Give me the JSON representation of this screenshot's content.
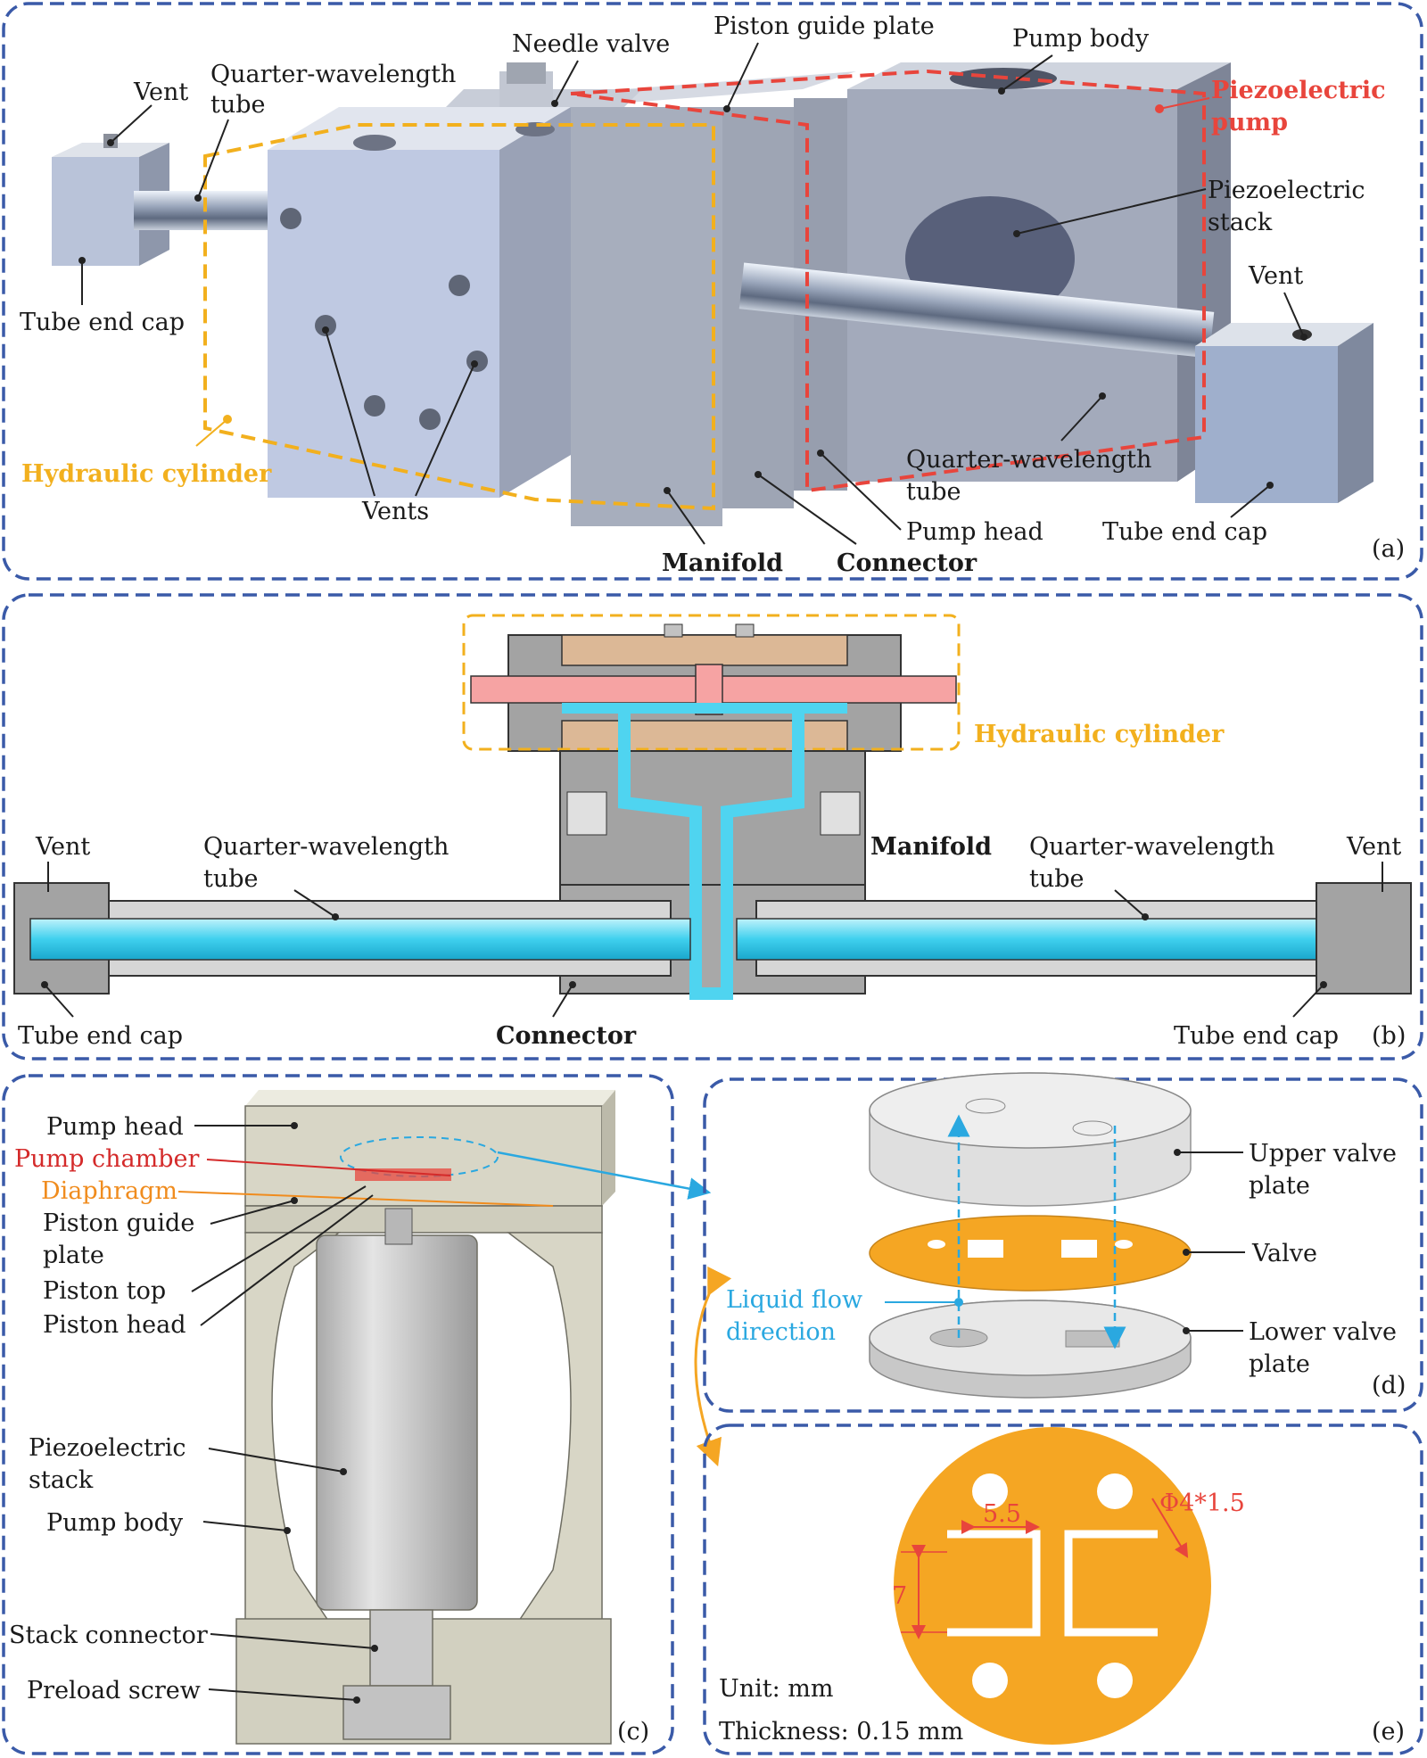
{
  "panels": {
    "a": {
      "tag": "(a)",
      "labels": {
        "vent_left": "Vent",
        "qw_tube_left": "Quarter-wavelength",
        "qw_tube_left2": "tube",
        "needle_valve": "Needle valve",
        "piston_guide_plate": "Piston guide plate",
        "pump_body": "Pump body",
        "piezo_pump": "Piezoelectric",
        "piezo_pump2": "pump",
        "piezo_stack": "Piezoelectric",
        "piezo_stack2": "stack",
        "vent_right": "Vent",
        "tube_end_cap_left": "Tube end cap",
        "hydraulic_cylinder": "Hydraulic cylinder",
        "vents": "Vents",
        "qw_tube_right": "Quarter-wavelength",
        "qw_tube_right2": "tube",
        "pump_head": "Pump head",
        "tube_end_cap_right": "Tube end cap",
        "manifold": "Manifold",
        "connector": "Connector"
      }
    },
    "b": {
      "tag": "(b)",
      "labels": {
        "hydraulic_cylinder": "Hydraulic cylinder",
        "vent_left": "Vent",
        "qw_tube_left": "Quarter-wavelength",
        "qw_tube_left2": "tube",
        "manifold": "Manifold",
        "qw_tube_right": "Quarter-wavelength",
        "qw_tube_right2": "tube",
        "vent_right": "Vent",
        "tube_end_cap_left": "Tube end cap",
        "connector": "Connector",
        "tube_end_cap_right": "Tube end cap"
      }
    },
    "c": {
      "tag": "(c)",
      "labels": {
        "pump_head": "Pump head",
        "pump_chamber": "Pump chamber",
        "diaphragm": "Diaphragm",
        "piston_guide_plate": "Piston guide",
        "piston_guide_plate2": "plate",
        "piston_top": "Piston top",
        "piston_head": "Piston head",
        "piezo_stack": "Piezoelectric",
        "piezo_stack2": "stack",
        "pump_body": "Pump body",
        "stack_connector": "Stack connector",
        "preload_screw": "Preload screw"
      }
    },
    "d": {
      "tag": "(d)",
      "labels": {
        "upper_valve_plate": "Upper valve",
        "upper_valve_plate2": "plate",
        "valve": "Valve",
        "lower_valve_plate": "Lower valve",
        "lower_valve_plate2": "plate",
        "liquid_flow": "Liquid flow",
        "liquid_flow2": "direction"
      }
    },
    "e": {
      "tag": "(e)",
      "labels": {
        "dim_width": "5.5",
        "dim_height": "7",
        "dim_hole": "Φ4*1.5",
        "unit": "Unit: mm",
        "thickness": "Thickness: 0.15 mm"
      }
    }
  },
  "colors": {
    "panel_border": "#3a5aa8",
    "piezo_pump": "#e8453c",
    "hydraulic": "#f2b01e",
    "fluid": "#4fd4f0",
    "valve": "#f5a623",
    "flow_arrow": "#2aa8e0"
  }
}
